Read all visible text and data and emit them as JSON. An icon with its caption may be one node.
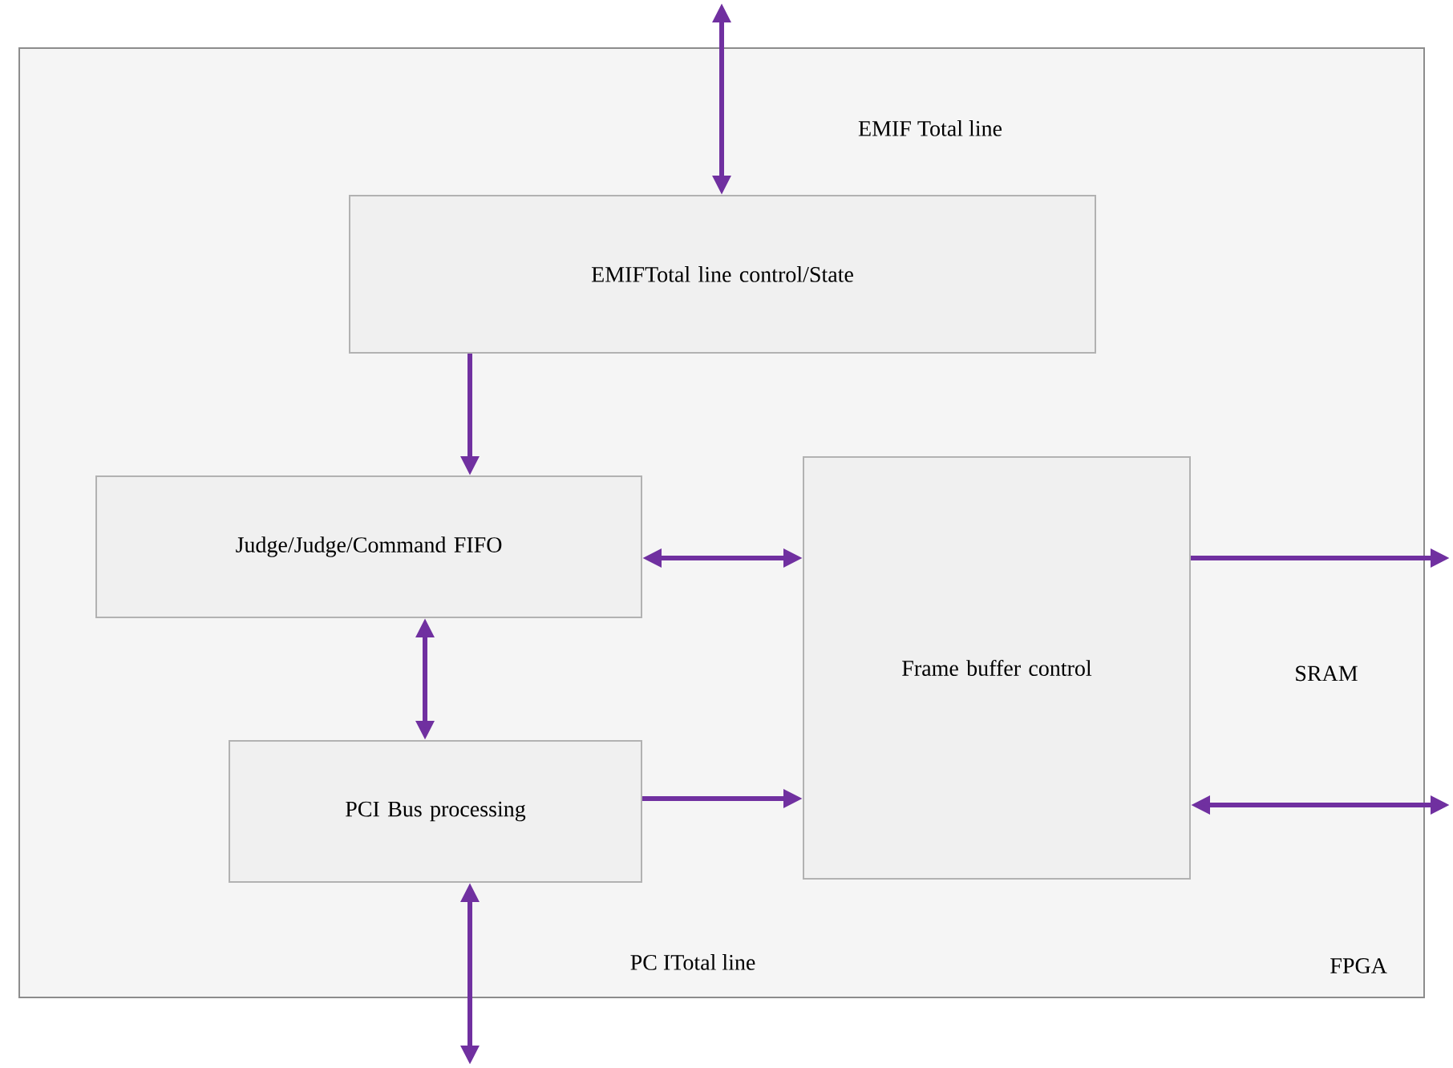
{
  "diagram": {
    "nodes": [
      {
        "text": [
          "FPGA"
        ]
      },
      {
        "text": [
          "EMIFTotal line control/State"
        ],
        "in": 0
      },
      {
        "text": [
          "Judge/Judge/Command FIFO"
        ],
        "in": 0
      },
      {
        "text": [
          "Frame buffer control"
        ],
        "in": 0
      },
      {
        "text": [
          "PCI Bus processing"
        ],
        "in": 0
      }
    ],
    "edges": [
      {
        "from": null,
        "to": 1,
        "arrow": "both"
      },
      {
        "from": 1,
        "to": 2,
        "arrow": "to"
      },
      {
        "from": 2,
        "to": 3,
        "arrow": "both"
      },
      {
        "from": 2,
        "to": 4,
        "arrow": "both"
      },
      {
        "from": 4,
        "to": 3,
        "arrow": "to"
      },
      {
        "from": 4,
        "to": null,
        "arrow": "both"
      },
      {
        "from": 3,
        "to": null,
        "arrow": "to"
      },
      {
        "from": 3,
        "to": null,
        "arrow": "both"
      }
    ],
    "labels": [
      "EMIF Total line",
      "SRAM",
      "PC ITotal line"
    ]
  }
}
